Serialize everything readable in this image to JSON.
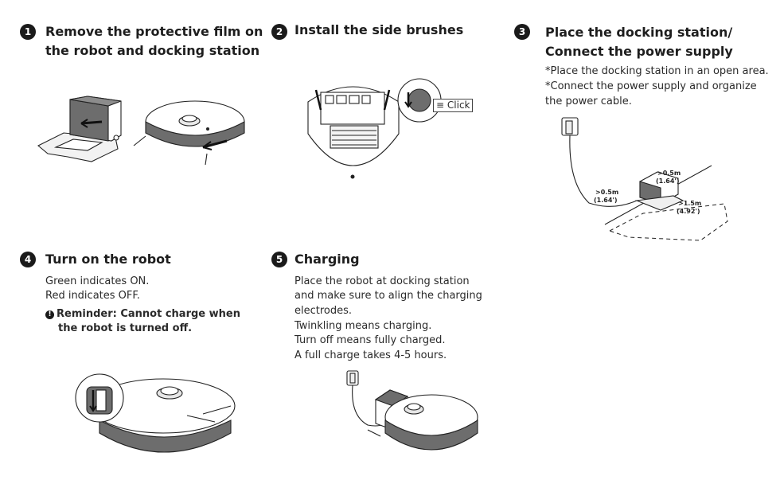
{
  "steps": [
    {
      "number": "1",
      "title_line1": "Remove the protective film on",
      "title_line2": "the robot and docking station"
    },
    {
      "number": "2",
      "title": "Install the side brushes",
      "click_label": "Click"
    },
    {
      "number": "3",
      "title_line1": "Place the docking station/",
      "title_line2": "Connect the power supply",
      "body": [
        "*Place the docking station in an open area.",
        "*Connect the power supply and organize",
        "the power cable."
      ],
      "dims": {
        "left_m": ">0.5m",
        "left_in": "(1.64')",
        "back_m": ">0.5m",
        "back_in": "(1.64')",
        "front_m": ">1.5m",
        "front_in": "(4.92')"
      }
    },
    {
      "number": "4",
      "title": "Turn on the robot",
      "body": [
        "Green indicates ON.",
        "Red indicates OFF."
      ],
      "reminder_line1": "Reminder: Cannot charge when",
      "reminder_line2": "the robot is turned off."
    },
    {
      "number": "5",
      "title": "Charging",
      "body": [
        "Place the robot at docking station",
        "and make sure to align the charging",
        "electrodes.",
        "Twinkling means charging.",
        "Turn off means fully charged.",
        "A full charge takes 4-5 hours."
      ]
    }
  ],
  "icons": {
    "reminder": "exclamation-circle-icon"
  }
}
